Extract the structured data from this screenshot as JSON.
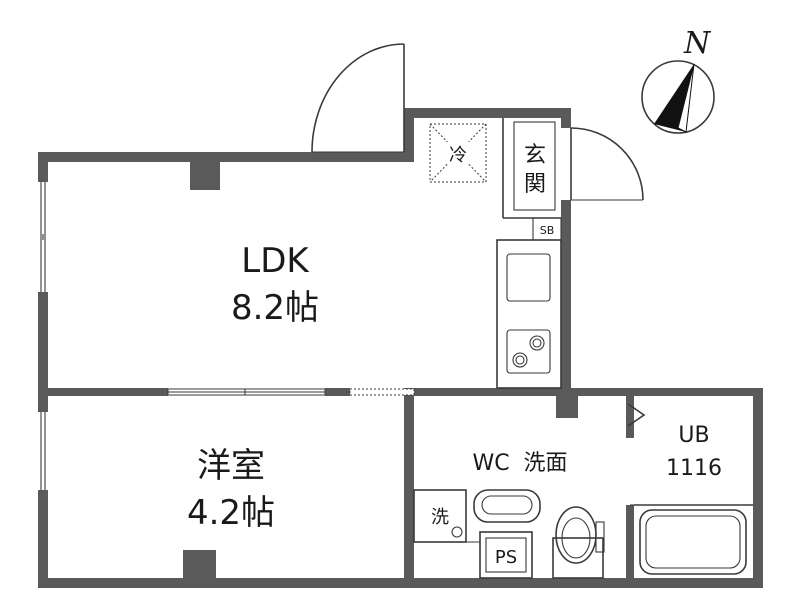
{
  "compass": {
    "north_label": "N"
  },
  "rooms": {
    "ldk": {
      "name": "LDK",
      "size": "8.2帖"
    },
    "western": {
      "name": "洋室",
      "size": "4.2帖"
    },
    "wc_washroom": {
      "name": "WC  洗面"
    },
    "bath": {
      "name": "UB",
      "size": "1116"
    }
  },
  "fixtures": {
    "fridge": "冷",
    "entrance": [
      "玄",
      "関"
    ],
    "shoe_box": "SB",
    "washer": "洗",
    "pipe_space": "PS"
  }
}
